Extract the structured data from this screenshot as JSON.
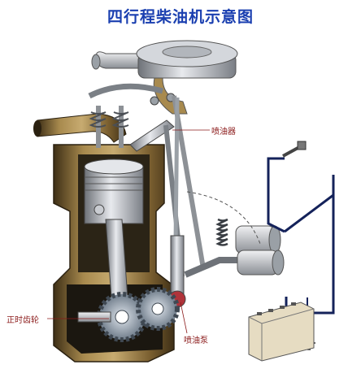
{
  "title": "四行程柴油机示意图",
  "labels": {
    "injector": "喷油器",
    "timing_gear": "正时齿轮",
    "pump": "喷油泵"
  },
  "colors": {
    "title": "#1a3fb0",
    "label": "#8b1a1a",
    "casing_dark": "#4a3a1e",
    "casing_light": "#b89a5c",
    "steel": "#a9adb3",
    "steel_dark": "#6e7278",
    "wire": "#14225a",
    "gear": "#7f8c9a",
    "battery": "#e6dcc2"
  }
}
